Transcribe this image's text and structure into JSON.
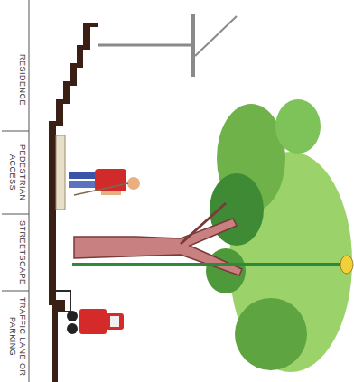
{
  "diagram": {
    "labels": [
      "RESIDENCE",
      "PEDESTRIAN ACCESS",
      "STREETSCAPE",
      "TRAFFIC LANE OR PARKING"
    ]
  }
}
